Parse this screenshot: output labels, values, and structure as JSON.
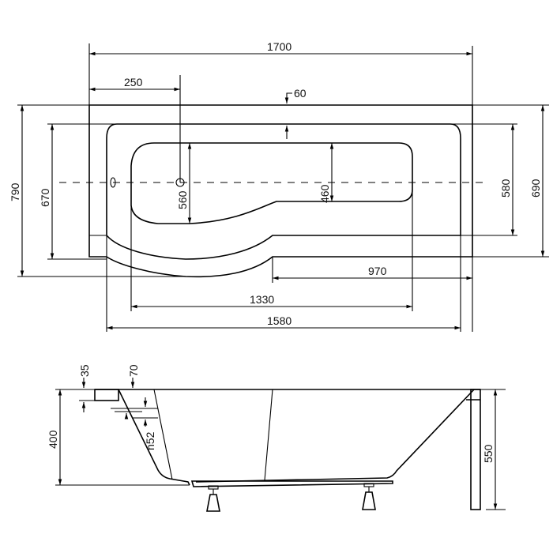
{
  "top_view": {
    "overall_length": "1700",
    "drain_offset": "250",
    "rim_step": "60",
    "overall_width": "790",
    "rim_width_left": "670",
    "inner_width_left": "560",
    "inner_width_right": "460",
    "rim_width_right": "580",
    "body_width_right": "690",
    "straight_section": "970",
    "inner_length": "1330",
    "rim_length": "1580"
  },
  "side_view": {
    "rim_thickness": "35",
    "rim_offset": "70",
    "overflow_drop": "n52",
    "depth": "400",
    "total_height": "550"
  }
}
